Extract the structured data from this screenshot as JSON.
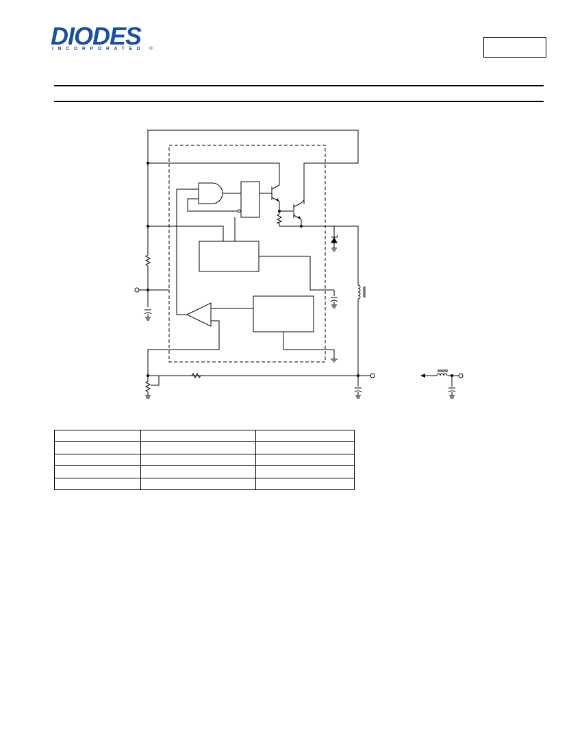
{
  "header": {
    "logo_text": "DIODES",
    "logo_subtext": "INCORPORATED",
    "logo_mark": "®"
  },
  "colors": {
    "brand": "#1c4f9c",
    "line": "#000000"
  },
  "table": {
    "rows": 5,
    "columns": 3
  }
}
